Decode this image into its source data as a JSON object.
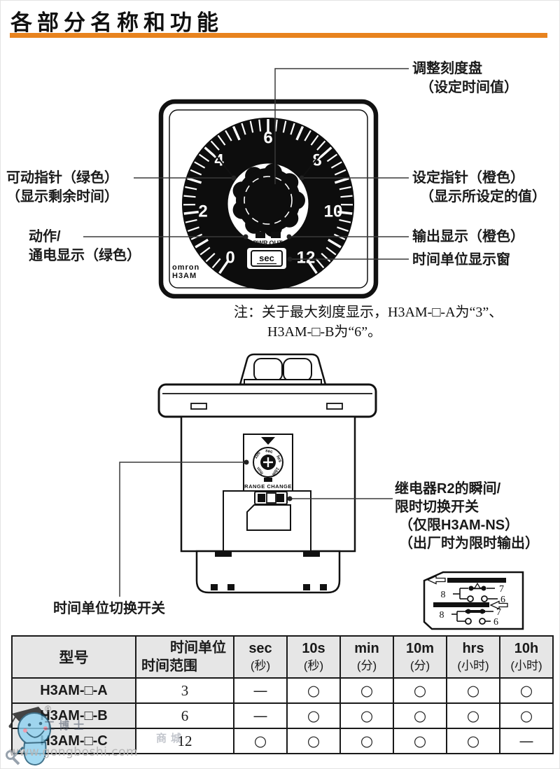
{
  "title": "各部分名称和功能",
  "colors": {
    "accent_orange": "#E8831E"
  },
  "front_view": {
    "dial_numbers": [
      "0",
      "2",
      "4",
      "6",
      "8",
      "10",
      "12"
    ],
    "pwr": "PWR",
    "out": "OUT",
    "sec": "sec",
    "brand1": "omron",
    "brand2": "H3AM",
    "callout_adjust_1": "调整刻度盘",
    "callout_adjust_2": "（设定时间值）",
    "callout_movable_1": "可动指针（绿色）",
    "callout_movable_2": "（显示剩余时间）",
    "callout_set_1": "设定指针（橙色）",
    "callout_set_2": "（显示所设定的值）",
    "callout_action_1": "动作/",
    "callout_action_2": "通电显示（绿色）",
    "callout_output": "输出显示（橙色）",
    "callout_window": "时间单位显示窗"
  },
  "note_line1": "注：关于最大刻度显示，H3AM-□-A为“3”、",
  "note_line2": "H3AM-□-B为“6”。",
  "back_view": {
    "rotary_units": [
      "10s",
      "sec",
      "hrs",
      "10m",
      "min"
    ],
    "range_change": "RANGE CHANGE",
    "callout_unit_switch": "时间单位切换开关",
    "callout_relay_1": "继电器R2的瞬间/",
    "callout_relay_2": "限时切换开关",
    "callout_relay_3": "（仅限H3AM-NS）",
    "callout_relay_4": "（出厂时为限时输出）",
    "schematic_pins": [
      "8",
      "7",
      "6",
      "8",
      "7",
      "6"
    ]
  },
  "table": {
    "h_model": "型号",
    "h_unit": "时间单位",
    "h_range": "时间范围",
    "units": [
      {
        "u": "sec",
        "c": "(秒)"
      },
      {
        "u": "10s",
        "c": "(秒)"
      },
      {
        "u": "min",
        "c": "(分)"
      },
      {
        "u": "10m",
        "c": "(分)"
      },
      {
        "u": "hrs",
        "c": "(小时)"
      },
      {
        "u": "10h",
        "c": "(小时)"
      }
    ],
    "rows": [
      {
        "model": "H3AM-□-A",
        "range": "3",
        "c0": "—",
        "c1": "○",
        "c2": "○",
        "c3": "○",
        "c4": "○",
        "c5": "○"
      },
      {
        "model": "H3AM-□-B",
        "range": "6",
        "c0": "—",
        "c1": "○",
        "c2": "○",
        "c3": "○",
        "c4": "○",
        "c5": "○"
      },
      {
        "model": "H3AM-□-C",
        "range": "12",
        "c0": "○",
        "c1": "○",
        "c2": "○",
        "c3": "○",
        "c4": "○",
        "c5": "—"
      }
    ]
  },
  "watermark": {
    "url": "www.gongboshi.com",
    "text1": "工博士",
    "text2": "商城",
    "reg": "®"
  }
}
